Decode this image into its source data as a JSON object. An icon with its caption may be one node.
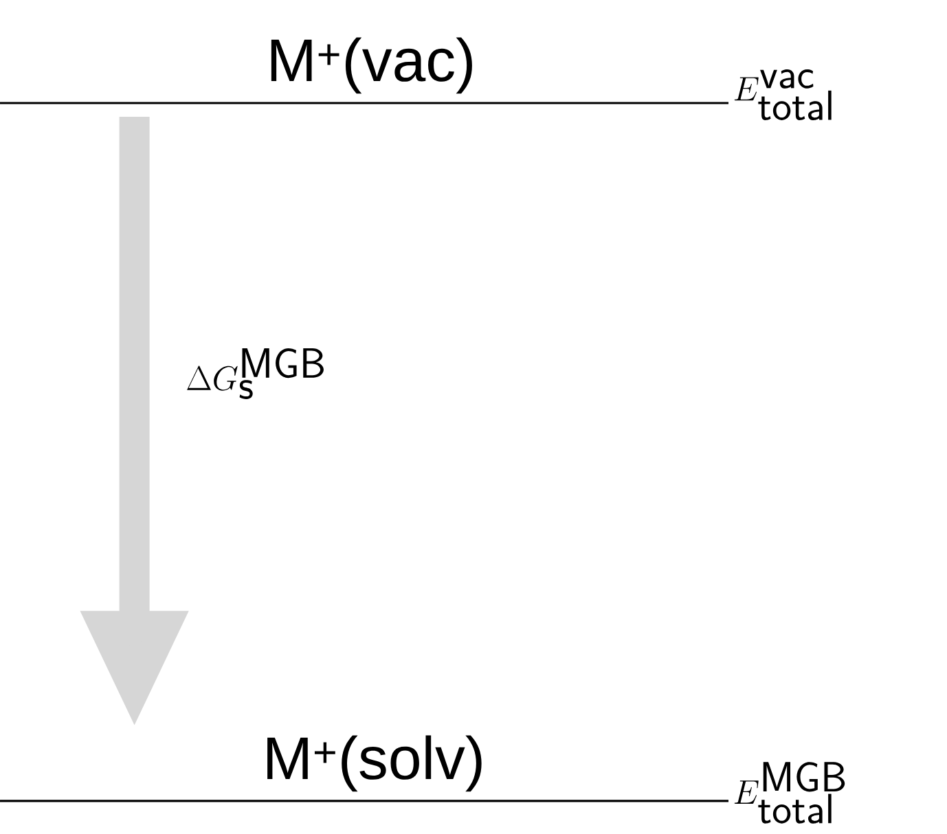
{
  "diagram": {
    "nodes": [
      {
        "text": [
          "M$^{+}$(vac)"
        ],
        "beside": [
          "E_{\\mathsf{total}}^{\\mathsf{vac}}"
        ]
      },
      {
        "text": [
          "M$^{+}$(solv)"
        ],
        "beside": [
          "E_{\\mathsf{total}}^{\\mathsf{MGB}}"
        ]
      }
    ],
    "edges": [
      {
        "from": 0,
        "to": 1,
        "arrow": "to",
        "color": "#d6d6d6",
        "label": "\\Delta G_{\\mathsf{s}}^{\\mathsf{MGB}}"
      }
    ]
  }
}
